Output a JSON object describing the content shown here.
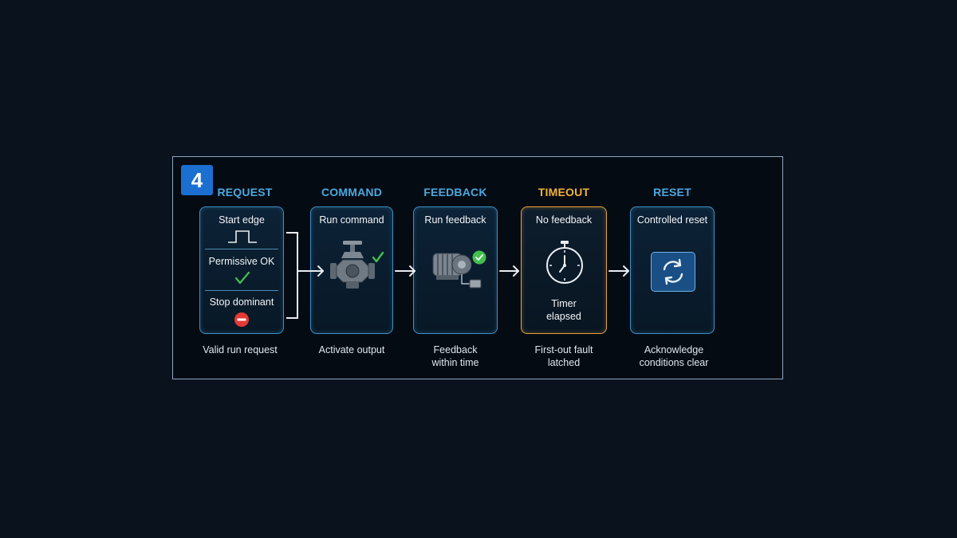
{
  "badge_number": "4",
  "colors": {
    "accent_blue": "#4aa8e0",
    "timeout_amber": "#f0b23c",
    "check_green": "#43c04e",
    "stop_red": "#e53935"
  },
  "stages": [
    {
      "title": "REQUEST",
      "items": [
        {
          "label": "Start edge",
          "icon": "pulse-edge-icon"
        },
        {
          "label": "Permissive OK",
          "icon": "checkmark-icon"
        },
        {
          "label": "Stop dominant",
          "icon": "stop-icon"
        }
      ],
      "caption": "Valid run request"
    },
    {
      "title": "COMMAND",
      "label": "Run command",
      "icon": "valve-actuator-icon",
      "caption": "Activate output"
    },
    {
      "title": "FEEDBACK",
      "label": "Run feedback",
      "icon": "motor-icon",
      "caption_lines": [
        "Feedback",
        "within time"
      ]
    },
    {
      "title": "TIMEOUT",
      "label": "No feedback",
      "icon": "stopwatch-icon",
      "sub_lines": [
        "Timer",
        "elapsed"
      ],
      "caption_lines": [
        "First-out fault",
        "latched"
      ]
    },
    {
      "title": "RESET",
      "label": "Controlled reset",
      "icon": "reset-cycle-icon",
      "caption_lines": [
        "Acknowledge",
        "conditions clear"
      ]
    }
  ]
}
